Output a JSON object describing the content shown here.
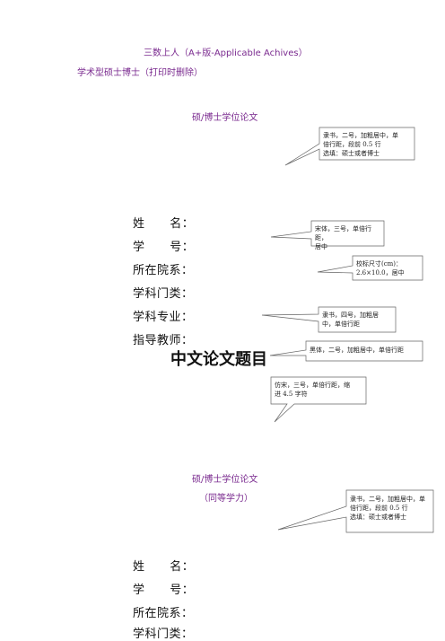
{
  "header": {
    "line1": "三数上人（A+版-Applicable Achives）",
    "line2": "学术型硕士博士（打印时删除）"
  },
  "section1": {
    "thesis_type": "硕/博士学位论文",
    "fields": {
      "name": "姓      名：",
      "student_id": "学      号：",
      "department": "所在院系：",
      "discipline": "学科门类：",
      "major": "学科专业：",
      "advisor": "指导教师："
    },
    "title": "中文论文题目"
  },
  "section2": {
    "thesis_type": "硕/博士学位论文",
    "subtitle": "（同等学力）",
    "fields": {
      "name": "姓      名：",
      "student_id": "学      号：",
      "department": "所在院系：",
      "discipline": "学科门类："
    }
  },
  "callouts": {
    "c1": "隶书，二号，加粗居中，单\n倍行距，段前 0.5 行\n选填：硕士或者博士",
    "c2": "宋体，三号，单倍行距，\n居中",
    "c3": "校标尺寸(cm)：\n2.6×10.0，居中",
    "c4": "隶书，四号，加粗居\n中，单倍行距",
    "c5": "黑体，二号，加粗居中，单倍行距",
    "c6": "仿宋，三号，单倍行距，缩\n进 4.5 字符",
    "c7": "隶书，二号，加粗居中，单\n倍行距，段前 0.5 行\n选填：硕士或者博士"
  }
}
